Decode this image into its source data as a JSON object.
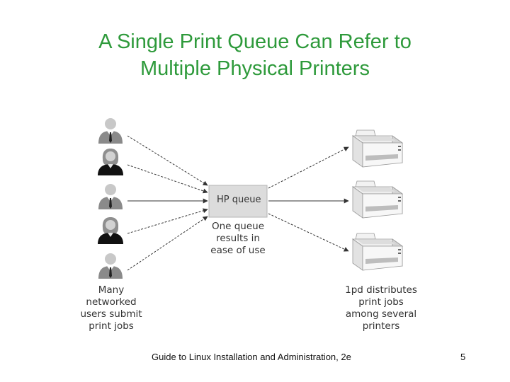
{
  "title": {
    "line1": "A Single Print Queue Can Refer to",
    "line2": "Multiple Physical Printers"
  },
  "diagram": {
    "queue_label": "HP queue",
    "queue_caption": [
      "One queue",
      "results in",
      "ease of use"
    ],
    "users_caption": [
      "Many",
      "networked",
      "users submit",
      "print jobs"
    ],
    "printers_caption": [
      "1pd distributes",
      "print jobs",
      "among several",
      "printers"
    ],
    "users": [
      {
        "icon": "male-user-icon"
      },
      {
        "icon": "female-user-icon"
      },
      {
        "icon": "male-user-icon"
      },
      {
        "icon": "female-user-icon"
      },
      {
        "icon": "male-user-icon"
      }
    ],
    "printers": [
      {
        "icon": "printer-icon"
      },
      {
        "icon": "printer-icon"
      },
      {
        "icon": "printer-icon"
      }
    ]
  },
  "footer": {
    "text": "Guide to Linux Installation and Administration, 2e",
    "page_number": "5"
  },
  "colors": {
    "title": "#2e9a3b",
    "queue_fill": "#dcdcdc",
    "arrow": "#333333"
  }
}
